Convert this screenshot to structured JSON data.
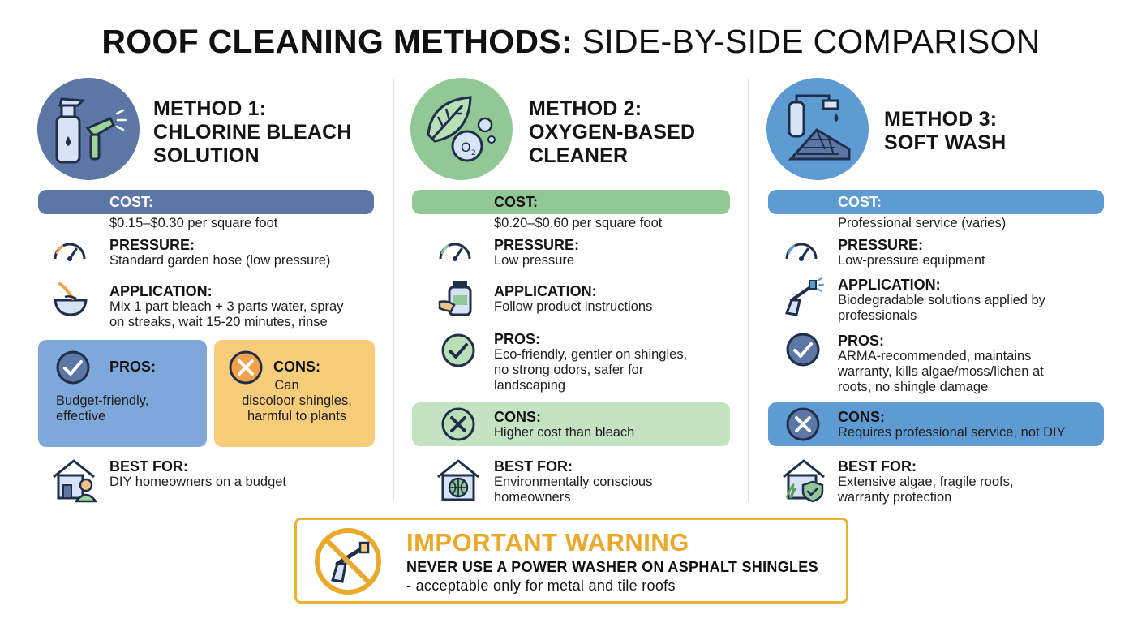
{
  "title": {
    "bold": "ROOF CLEANING METHODS:",
    "light": "SIDE-BY-SIDE COMPARISON"
  },
  "colors": {
    "blue_dark": "#5c77a6",
    "green": "#91c895",
    "blue": "#5f9bd3",
    "cons_yellow": "#f7cd7c",
    "pros_blue": "#7ea8da",
    "warning": "#e9b330"
  },
  "methods": [
    {
      "title_lines": [
        "METHOD 1:",
        "CHLORINE BLEACH",
        "SOLUTION"
      ],
      "icon": "spray-bottle-and-hose-icon",
      "cost_label": "COST:",
      "cost": "$0.15–$0.30 per square foot",
      "pressure_label": "PRESSURE:",
      "pressure": "Standard garden hose (low pressure)",
      "application_label": "APPLICATION:",
      "application_lines": [
        "Mix 1 part bleach + 3 parts water, spray",
        "on streaks, wait 15-20 minutes, rinse"
      ],
      "pros_label": "PROS:",
      "pros_lines": [
        "Budget-friendly,",
        "effective"
      ],
      "cons_label": "CONS:",
      "cons_lines": [
        "Can",
        "discoloor shingles,",
        "harmful to plants"
      ],
      "best_label": "BEST FOR:",
      "best_lines": [
        "DIY homeowners on a budget"
      ]
    },
    {
      "title_lines": [
        "METHOD 2:",
        "OXYGEN-BASED",
        "CLEANER"
      ],
      "icon": "leaf-oxygen-icon",
      "cost_label": "COST:",
      "cost": "$0.20–$0.60 per square foot",
      "pressure_label": "PRESSURE:",
      "pressure": "Low pressure",
      "application_label": "APPLICATION:",
      "application_lines": [
        "Follow product instructions"
      ],
      "pros_label": "PROS:",
      "pros_lines": [
        "Eco-friendly, gentler on shingles,",
        "no strong odors, safer for",
        "landscaping"
      ],
      "cons_label": "CONS:",
      "cons_lines": [
        "Higher cost than bleach"
      ],
      "best_label": "BEST FOR:",
      "best_lines": [
        "Environmentally conscious",
        "homeowners"
      ]
    },
    {
      "title_lines": [
        "METHOD 3:",
        "SOFT WASH"
      ],
      "icon": "soft-wash-equipment-icon",
      "cost_label": "COST:",
      "cost": "Professional service (varies)",
      "pressure_label": "PRESSURE:",
      "pressure": "Low-pressure equipment",
      "application_label": "APPLICATION:",
      "application_lines": [
        "Biodegradable solutions applied by",
        "professionals"
      ],
      "pros_label": "PROS:",
      "pros_lines": [
        "ARMA-recommended, maintains",
        "warranty, kills algae/moss/lichen at",
        "roots, no shingle damage"
      ],
      "cons_label": "CONS:",
      "cons_lines": [
        "Requires professional service, not DIY"
      ],
      "best_label": "BEST FOR:",
      "best_lines": [
        "Extensive algae, fragile roofs,",
        "warranty protection"
      ]
    }
  ],
  "warning": {
    "title": "IMPORTANT WARNING",
    "line1": "NEVER USE A POWER WASHER ON ASPHALT SHINGLES",
    "line2": "- acceptable only for metal and tile roofs",
    "icon": "no-power-washer-icon"
  }
}
